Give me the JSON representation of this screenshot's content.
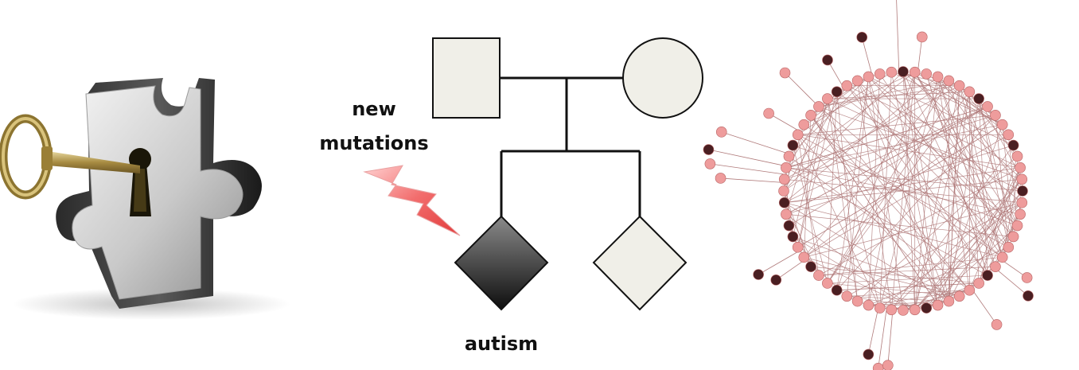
{
  "labels": {
    "new": "new",
    "mutations": "mutations",
    "autism": "autism"
  },
  "colors": {
    "accent_bolt": "#f26d6d",
    "node_light": "#ee9c9c",
    "node_dark": "#4a1f22",
    "edge": "#b07a7a",
    "pedigree_fill": "#f0efe8",
    "affected_dark": "#1f1f1f"
  },
  "icons": {
    "puzzle": "puzzle-key-icon",
    "bolt": "lightning-bolt-icon"
  },
  "network": {
    "ring_node_count": 64,
    "edge_count": 220,
    "dark_nodes": [
      0,
      7,
      12,
      16,
      24,
      30,
      38,
      41,
      44,
      45,
      47,
      52,
      58
    ],
    "spokes": [
      {
        "angle": -92,
        "len": 100,
        "dark": false
      },
      {
        "angle": -83,
        "len": 45,
        "dark": false
      },
      {
        "angle": -105,
        "len": 50,
        "dark": true
      },
      {
        "angle": -120,
        "len": 40,
        "dark": true
      },
      {
        "angle": -135,
        "len": 60,
        "dark": false
      },
      {
        "angle": -150,
        "len": 45,
        "dark": false
      },
      {
        "angle": -162,
        "len": 90,
        "dark": false
      },
      {
        "angle": -168,
        "len": 100,
        "dark": true
      },
      {
        "angle": -172,
        "len": 95,
        "dark": false
      },
      {
        "angle": -176,
        "len": 80,
        "dark": false
      },
      {
        "angle": 150,
        "len": 60,
        "dark": true
      },
      {
        "angle": 145,
        "len": 45,
        "dark": true
      },
      {
        "angle": 102,
        "len": 60,
        "dark": true
      },
      {
        "angle": 98,
        "len": 75,
        "dark": false
      },
      {
        "angle": 95,
        "len": 70,
        "dark": false
      },
      {
        "angle": 55,
        "len": 55,
        "dark": false
      },
      {
        "angle": 40,
        "len": 55,
        "dark": true
      },
      {
        "angle": 35,
        "len": 40,
        "dark": false
      }
    ]
  }
}
